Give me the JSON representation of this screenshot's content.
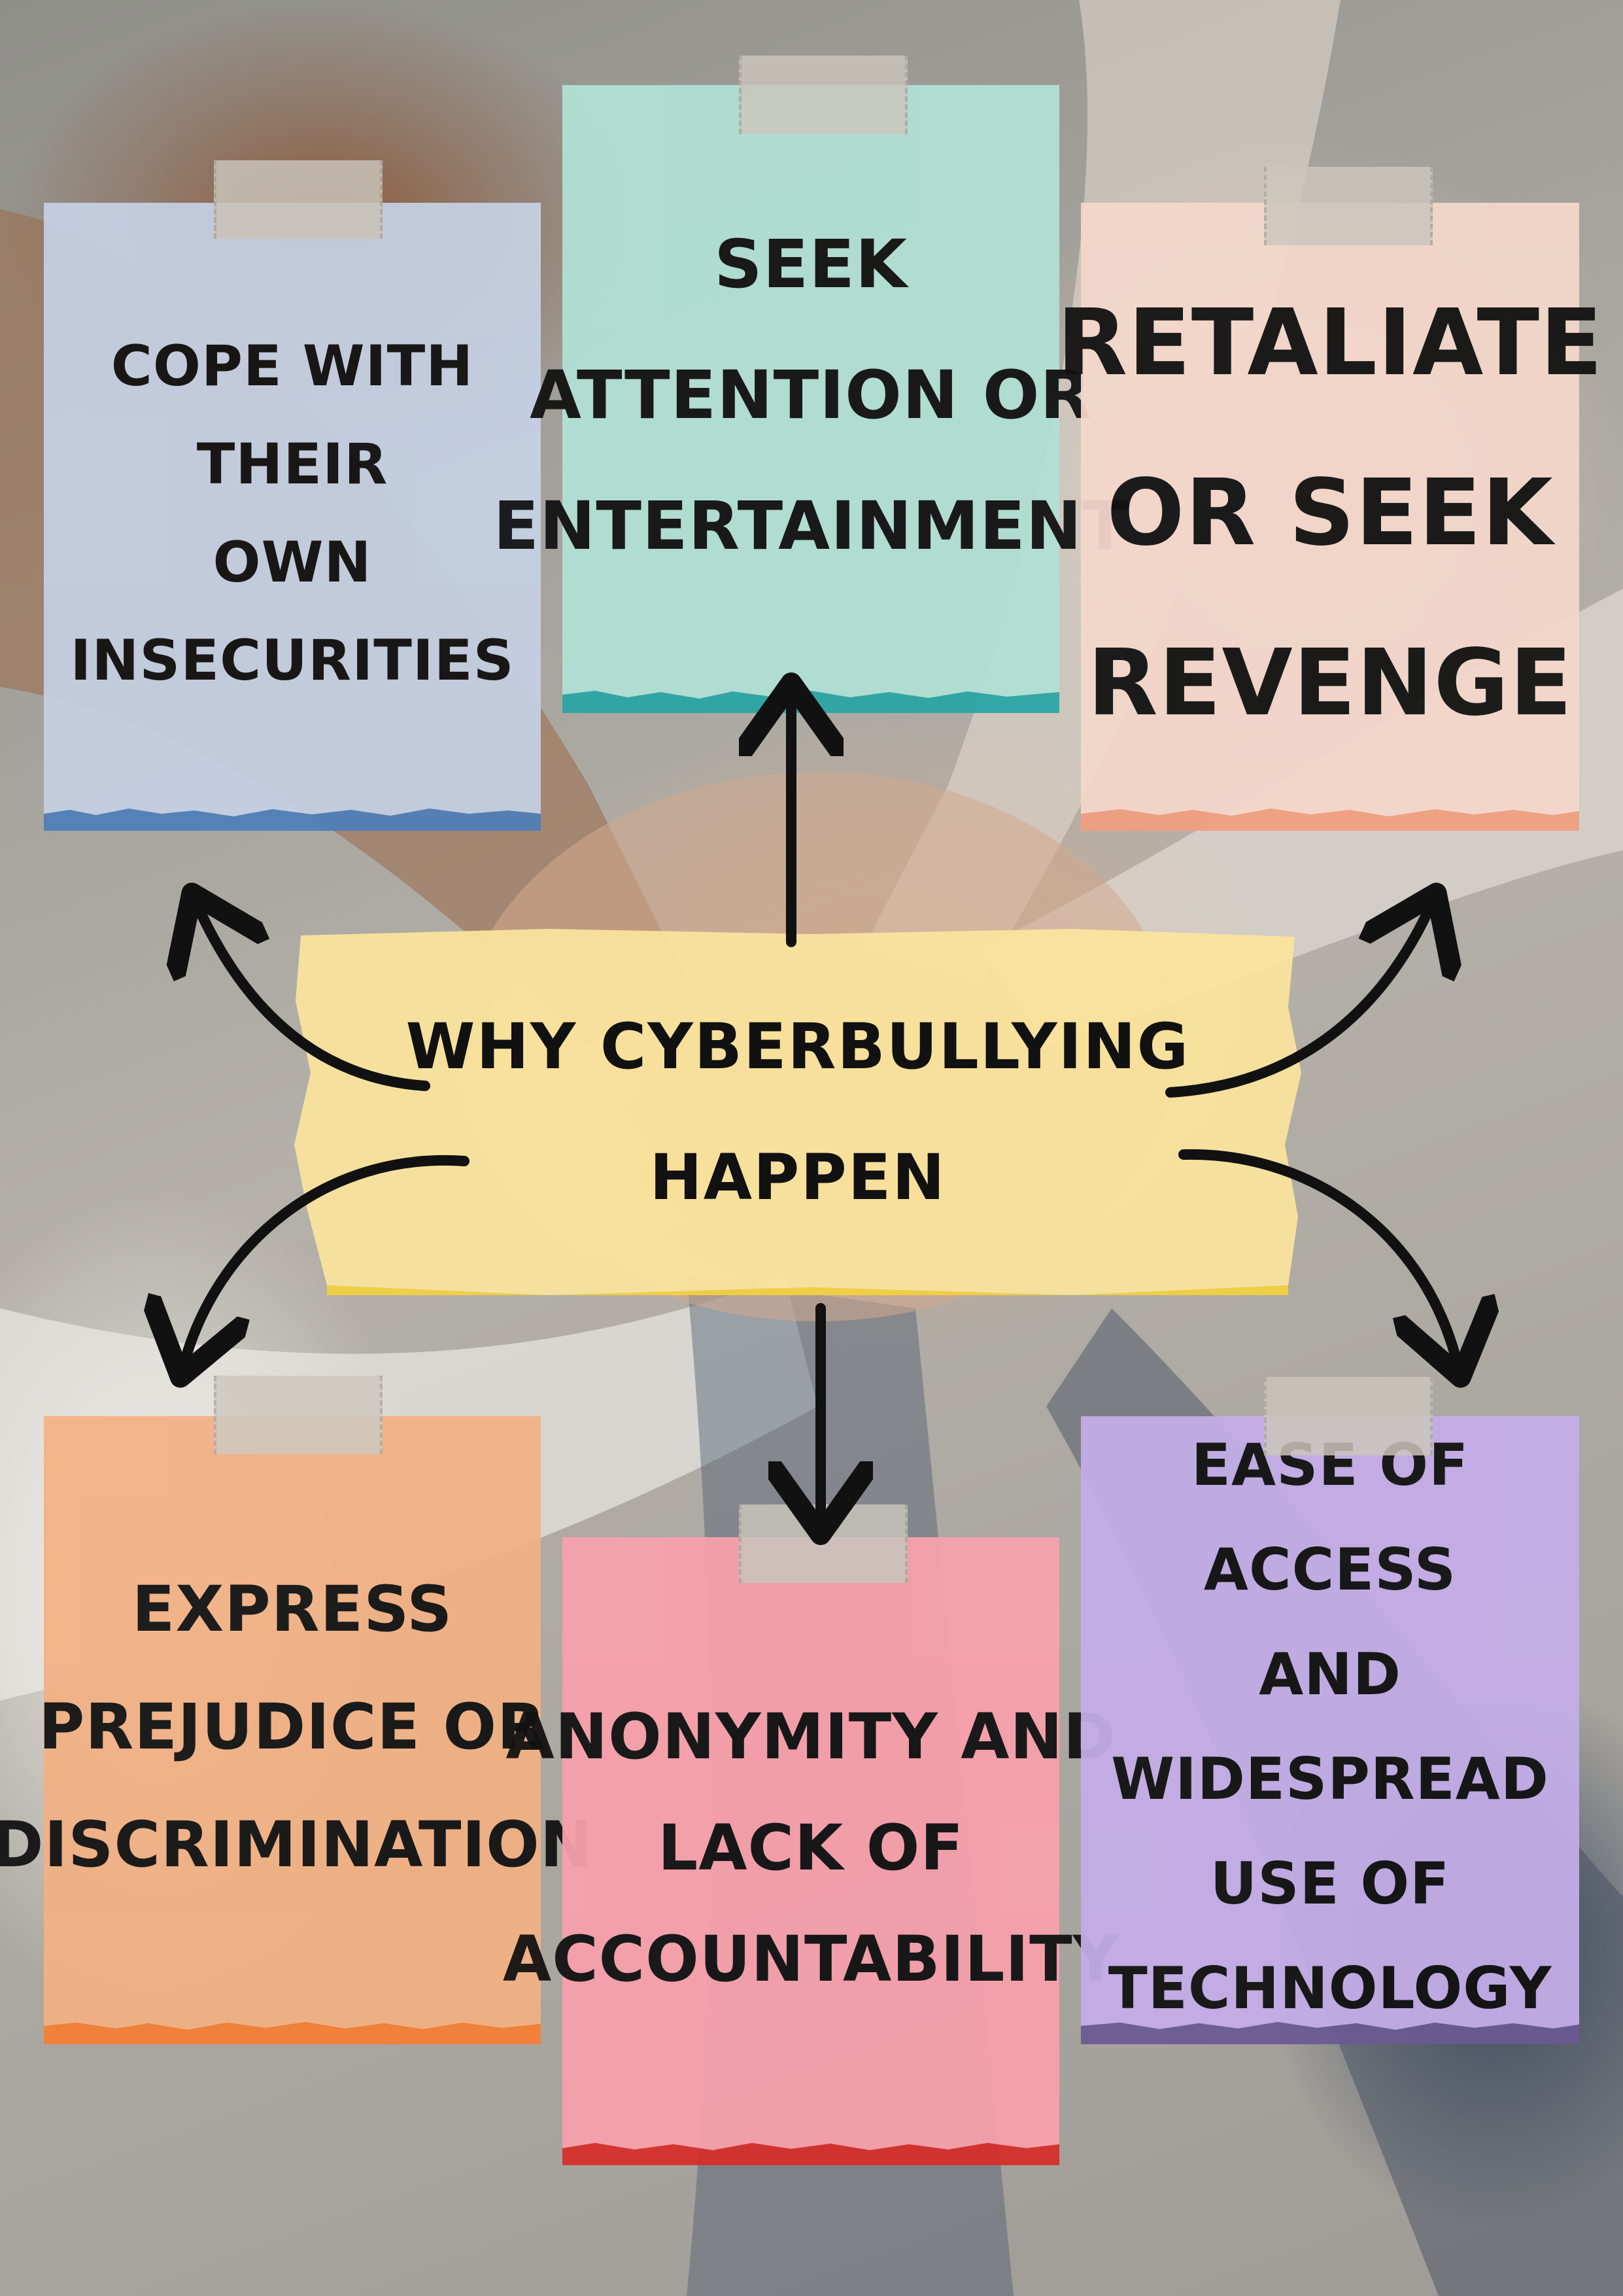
{
  "center": {
    "title": "WHY CYBERBULLYING\nHAPPEN",
    "color": "#fbe59c"
  },
  "notes": [
    {
      "id": "insecurities",
      "text": "COPE WITH THEIR\nOWN\nINSECURITIES",
      "color": "#c5d0e3",
      "edge": "#4f7fb8"
    },
    {
      "id": "attention",
      "text": "SEEK\nATTENTION OR\nENTERTAINMENT",
      "color": "#b1e0d5",
      "edge": "#2aa5a5"
    },
    {
      "id": "revenge",
      "text": "RETALIATE\nOR SEEK\nREVENGE",
      "color": "#f4d7cb",
      "edge": "#f0a07f"
    },
    {
      "id": "prejudice",
      "text": "EXPRESS\nPREJUDICE OR\nDISCRIMINATION",
      "color": "#f2b184",
      "edge": "#f47f35"
    },
    {
      "id": "anonymity",
      "text": "ANONYMITY AND\nLACK OF\nACCOUNTABILITY",
      "color": "#f8a0ab",
      "edge": "#d62f2a"
    },
    {
      "id": "technology",
      "text": "EASE OF ACCESS\nAND WIDESPREAD\nUSE OF\nTECHNOLOGY",
      "color": "#c4ade8",
      "edge": "#6a5a93"
    }
  ]
}
